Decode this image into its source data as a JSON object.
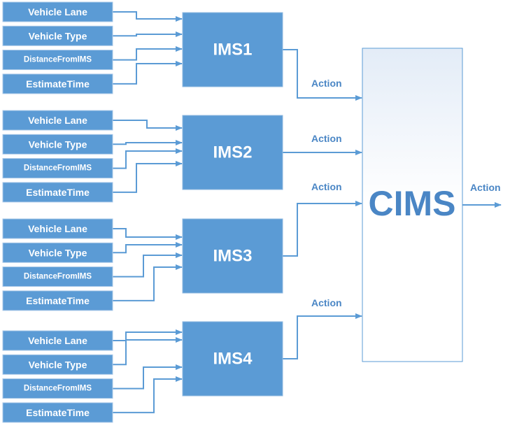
{
  "groups": [
    {
      "ims_label": "IMS1",
      "action_label": "Action",
      "inputs": [
        "Vehicle Lane",
        "Vehicle Type",
        "DistanceFromIMS",
        "EstimateTime"
      ]
    },
    {
      "ims_label": "IMS2",
      "action_label": "Action",
      "inputs": [
        "Vehicle Lane",
        "Vehicle Type",
        "DistanceFromIMS",
        "EstimateTime"
      ]
    },
    {
      "ims_label": "IMS3",
      "action_label": "Action",
      "inputs": [
        "Vehicle Lane",
        "Vehicle Type",
        "DistanceFromIMS",
        "EstimateTime"
      ]
    },
    {
      "ims_label": "IMS4",
      "action_label": "Action",
      "inputs": [
        "Vehicle Lane",
        "Vehicle Type",
        "DistanceFromIMS",
        "EstimateTime"
      ]
    }
  ],
  "cims": {
    "label": "CIMS",
    "output_label": "Action"
  },
  "colors": {
    "box_fill": "#5b9bd5",
    "line": "#5b9bd5",
    "cims_border": "#5b9bd5",
    "label_text": "#4a86c5"
  }
}
